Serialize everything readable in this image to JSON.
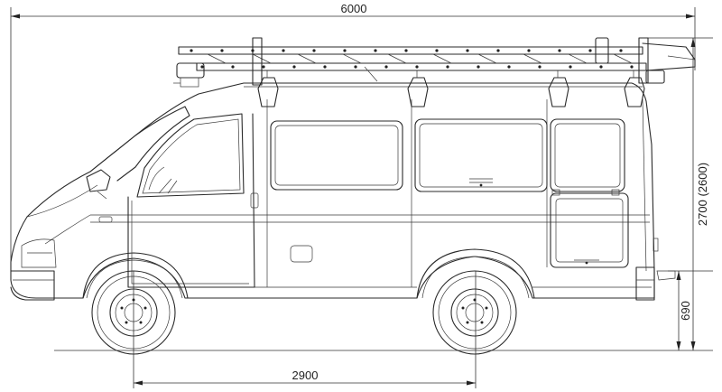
{
  "dimensions": {
    "overall_length": "6000",
    "wheelbase": "2900",
    "height": "2700 (2600)",
    "step_height": "690"
  },
  "colors": {
    "line": "#2a2a2a",
    "background": "#ffffff"
  }
}
